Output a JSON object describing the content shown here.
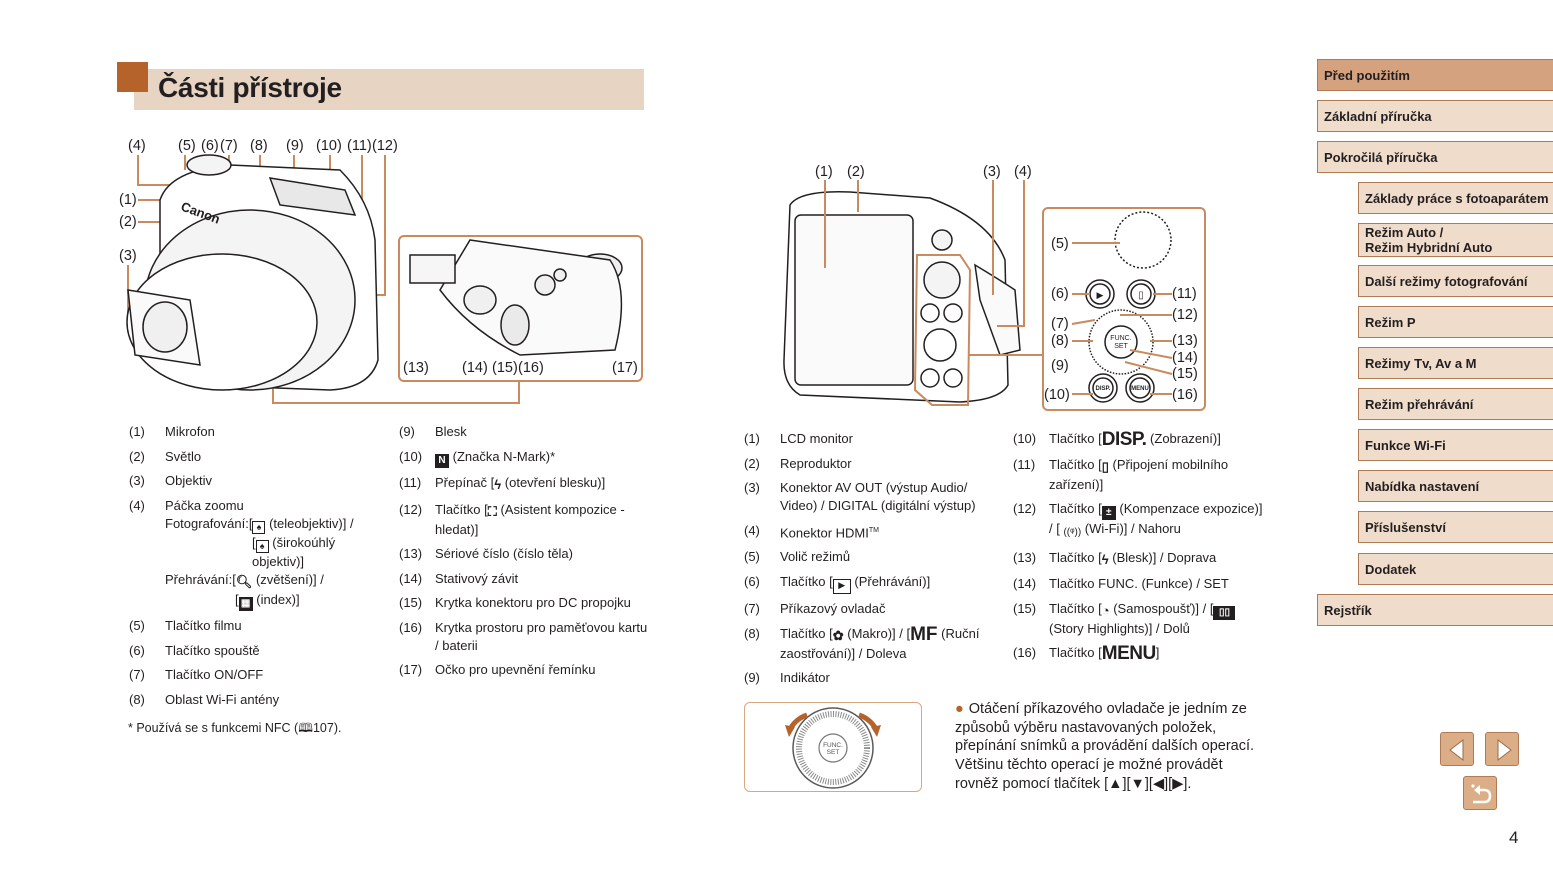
{
  "page": {
    "title": "Části přístroje",
    "number": "4"
  },
  "front_figure": {
    "labels": [
      "(4)",
      "(5)",
      "(6)",
      "(7)",
      "(8)",
      "(9)",
      "(10)",
      "(11)",
      "(12)",
      "(1)",
      "(2)",
      "(3)",
      "(13)",
      "(14)",
      "(15)",
      "(16)",
      "(17)"
    ],
    "brand": "Canon"
  },
  "front_legend_left": [
    {
      "num": "(1)",
      "text": "Mikrofon"
    },
    {
      "num": "(2)",
      "text": "Světlo"
    },
    {
      "num": "(3)",
      "text": "Objektiv"
    },
    {
      "num": "(4)",
      "text": "Páčka zoomu",
      "sub": {
        "shooting_prefix": "Fotografování:[",
        "tele": " (teleobjektiv)] /",
        "wide_prefix": "[",
        "wide": " (širokoúhlý objektiv)]",
        "playback_prefix": "Přehrávání:[",
        "magnify": " (zvětšení)] /",
        "index_prefix": "[",
        "index": " (index)]"
      }
    },
    {
      "num": "(5)",
      "text": "Tlačítko filmu"
    },
    {
      "num": "(6)",
      "text": "Tlačítko spouště"
    },
    {
      "num": "(7)",
      "text": "Tlačítko ON/OFF"
    },
    {
      "num": "(8)",
      "text": "Oblast Wi-Fi antény"
    }
  ],
  "front_legend_right": [
    {
      "num": "(9)",
      "text": "Blesk"
    },
    {
      "num": "(10)",
      "pre": "",
      "text": " (Značka N-Mark)*"
    },
    {
      "num": "(11)",
      "pre": "Přepínač [",
      "text": " (otevření blesku)]"
    },
    {
      "num": "(12)",
      "pre": "Tlačítko [",
      "text": " (Asistent kompozice - hledat)]"
    },
    {
      "num": "(13)",
      "text": "Sériové číslo (číslo těla)"
    },
    {
      "num": "(14)",
      "text": "Stativový závit"
    },
    {
      "num": "(15)",
      "text": "Krytka konektoru pro DC propojku"
    },
    {
      "num": "(16)",
      "text": "Krytka prostoru pro paměťovou kartu / baterii"
    },
    {
      "num": "(17)",
      "text": "Očko pro upevnění řemínku"
    }
  ],
  "footnote": {
    "prefix": "*  Používá se s funkcemi NFC (",
    "page_ref": "107",
    "suffix": ")."
  },
  "back_figure": {
    "labels": [
      "(1)",
      "(2)",
      "(3)",
      "(4)",
      "(5)",
      "(6)",
      "(7)",
      "(8)",
      "(9)",
      "(10)",
      "(11)",
      "(12)",
      "(13)",
      "(14)",
      "(15)",
      "(16)"
    ],
    "func_set": "FUNC. SET",
    "disp": "DISP.",
    "menu": "MENU"
  },
  "back_legend_left": [
    {
      "num": "(1)",
      "text": "LCD monitor"
    },
    {
      "num": "(2)",
      "text": "Reproduktor"
    },
    {
      "num": "(3)",
      "text": "Konektor AV OUT (výstup Audio/ Video) / DIGITAL (digitální výstup)"
    },
    {
      "num": "(4)",
      "text": "Konektor HDMI",
      "sup": "TM"
    },
    {
      "num": "(5)",
      "text": "Volič režimů"
    },
    {
      "num": "(6)",
      "pre": "Tlačítko [",
      "text": "  (Přehrávání)]"
    },
    {
      "num": "(7)",
      "text": "Příkazový ovladač"
    },
    {
      "num": "(8)",
      "pre": "Tlačítko [",
      "mid": " (Makro)] / [",
      "mf": "MF",
      "text": " (Ruční zaostřování)] / Doleva"
    },
    {
      "num": "(9)",
      "text": "Indikátor"
    }
  ],
  "back_legend_right": [
    {
      "num": "(10)",
      "pre": "Tlačítko [",
      "big": "DISP.",
      "text": " (Zobrazení)]"
    },
    {
      "num": "(11)",
      "pre": "Tlačítko [",
      "text": " (Připojení mobilního zařízení)]"
    },
    {
      "num": "(12)",
      "pre": "Tlačítko [",
      "mid": " (Kompenzace expozice)] / [ ",
      "text": "  (Wi-Fi)] / Nahoru"
    },
    {
      "num": "(13)",
      "pre": "Tlačítko [",
      "text": " (Blesk)] / Doprava"
    },
    {
      "num": "(14)",
      "text": "Tlačítko FUNC. (Funkce) / SET"
    },
    {
      "num": "(15)",
      "pre": "Tlačítko [",
      "mid": " (Samospoušť)] / [",
      "text": " (Story Highlights)] / Dolů"
    },
    {
      "num": "(16)",
      "pre": "Tlačítko [",
      "big": "MENU",
      "text": "]"
    }
  ],
  "dial_note": {
    "text": "Otáčení příkazového ovladače je jedním ze způsobů výběru nastavovaných položek, přepínání snímků a provádění dalších operací. Většinu těchto operací je možné provádět rovněž pomocí tlačítek [",
    "suffix": "]."
  },
  "sidebar": {
    "items": [
      {
        "label": "Před použitím",
        "active": true,
        "level": 0
      },
      {
        "label": "Základní příručka",
        "level": 0
      },
      {
        "label": "Pokročilá příručka",
        "level": 0
      },
      {
        "label": "Základy práce s fotoaparátem",
        "level": 1
      },
      {
        "label": "Režim Auto /",
        "label2": "Režim Hybridní Auto",
        "level": 1
      },
      {
        "label": "Další režimy fotografování",
        "level": 1
      },
      {
        "label": "Režim P",
        "level": 1
      },
      {
        "label": "Režimy Tv, Av a M",
        "level": 1
      },
      {
        "label": "Režim přehrávání",
        "level": 1
      },
      {
        "label": "Funkce Wi-Fi",
        "level": 1
      },
      {
        "label": "Nabídka nastavení",
        "level": 1
      },
      {
        "label": "Příslušenství",
        "level": 1
      },
      {
        "label": "Dodatek",
        "level": 1
      },
      {
        "label": "Rejstřík",
        "level": 0
      }
    ]
  },
  "nav": {
    "prev": "previous-page",
    "next": "next-page",
    "back": "return"
  },
  "colors": {
    "accent": "#b5622b",
    "title_bar": "#e7d4c2",
    "nav_bg": "#f0dccb",
    "nav_active": "#d4a27e",
    "nav_border": "#b07a55",
    "callout_line": "#c98a5e"
  }
}
